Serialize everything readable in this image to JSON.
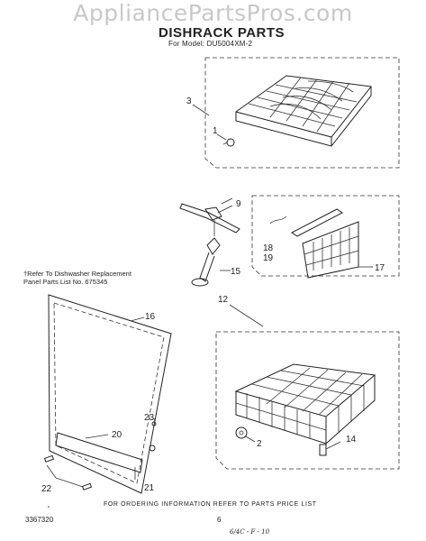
{
  "watermark": "AppliancePartsPros.com",
  "title": "DISHRACK PARTS",
  "model_line": "For Model: DU5004XM-2",
  "note_line1": "†Refer To Dishwasher Replacement",
  "note_line2": "Panel Parts List No. 675345",
  "footer": "FOR ORDERING INFORMATION REFER TO PARTS PRICE LIST",
  "doc_number": "3367320",
  "page_number": "6",
  "handwritten": "6/4C - F - 10",
  "callouts": {
    "c1": "1",
    "c2": "2",
    "c3": "3",
    "c9": "9",
    "c12": "12",
    "c14": "14",
    "c15": "15",
    "c16": "16",
    "c17": "17",
    "c18": "18",
    "c19": "19",
    "c20": "20",
    "c21": "21",
    "c22": "22",
    "c23": "23"
  }
}
